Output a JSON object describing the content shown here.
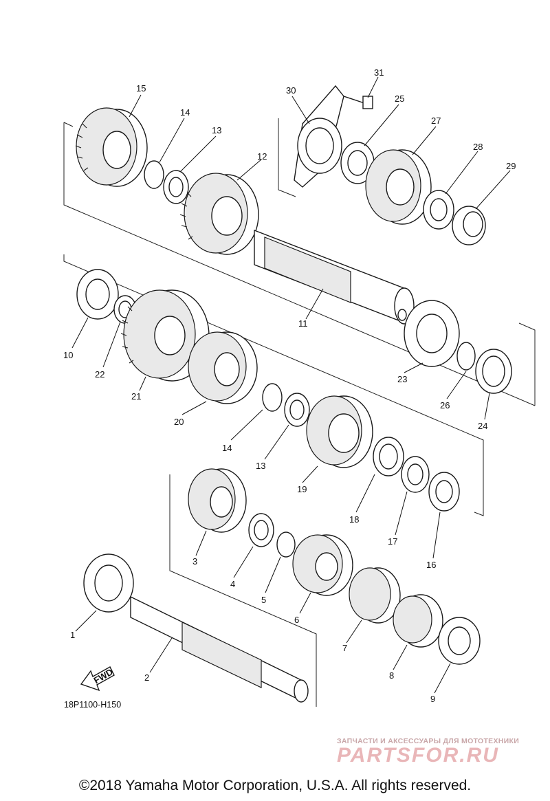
{
  "diagram": {
    "drawing_code": "18P1100-H150",
    "fwd_label": "FWD",
    "copyright": "©2018 Yamaha Motor Corporation, U.S.A. All rights reserved.",
    "watermark": {
      "tagline": "ЗАПЧАСТИ И АКСЕССУАРЫ ДЛЯ МОТОТЕХНИКИ",
      "logo_text": "PARTSFOR.RU"
    },
    "callouts": [
      "15",
      "14",
      "13",
      "12",
      "30",
      "31",
      "25",
      "27",
      "28",
      "29",
      "11",
      "10",
      "22",
      "21",
      "20",
      "23",
      "26",
      "24",
      "14",
      "13",
      "19",
      "18",
      "17",
      "16",
      "3",
      "4",
      "5",
      "6",
      "7",
      "8",
      "9",
      "1",
      "2"
    ]
  }
}
